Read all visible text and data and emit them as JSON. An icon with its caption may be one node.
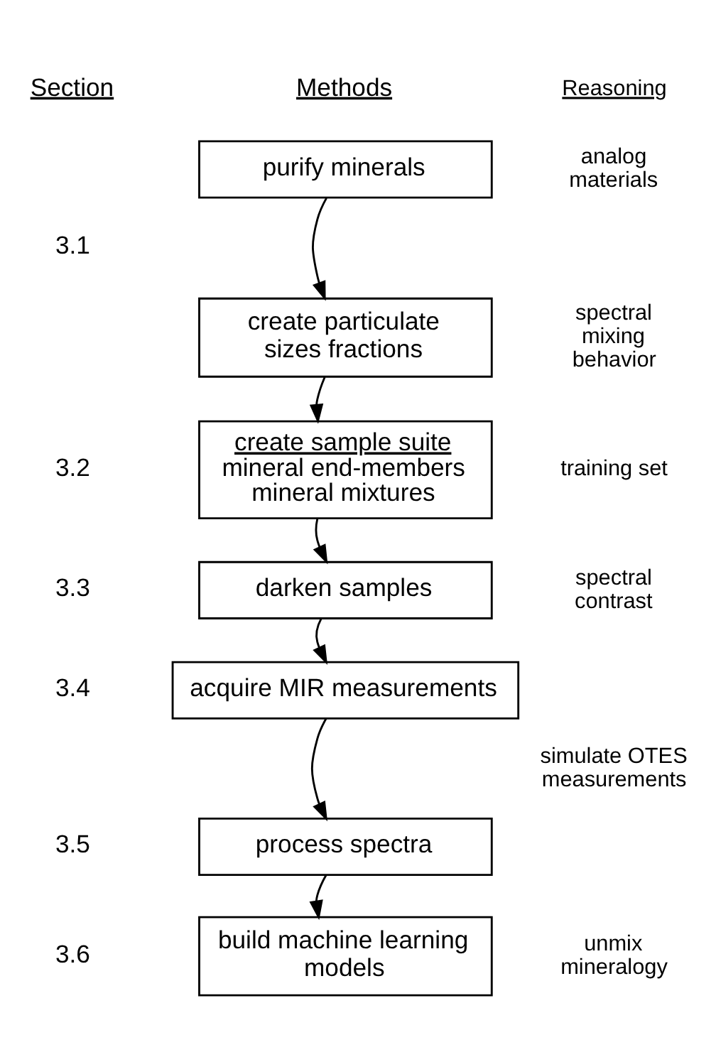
{
  "diagram": {
    "nodes": [
      {
        "text": [
          "purify minerals"
        ]
      },
      {
        "text": [
          "create particulate sizes fractions"
        ]
      },
      {
        "text": [
          "create sample suite",
          "mineral end-members mineral mixtures"
        ]
      },
      {
        "text": [
          "darken samples"
        ]
      },
      {
        "text": [
          "acquire MIR measurements"
        ]
      },
      {
        "text": [
          "process spectra"
        ]
      },
      {
        "text": [
          "build machine learning models"
        ]
      }
    ],
    "edges": [
      {
        "from": 0,
        "to": 1,
        "arrow": "to"
      },
      {
        "from": 1,
        "to": 2,
        "arrow": "to"
      },
      {
        "from": 2,
        "to": 3,
        "arrow": "to"
      },
      {
        "from": 3,
        "to": 4,
        "arrow": "to"
      },
      {
        "from": 4,
        "to": 5,
        "arrow": "to"
      },
      {
        "from": 5,
        "to": 6,
        "arrow": "to"
      }
    ],
    "labels": [
      "Section",
      "Methods",
      "Reasoning",
      "analog materials",
      "3.1",
      "spectral mixing behavior",
      "3.2",
      "training set",
      "3.3",
      "spectral contrast",
      "3.4",
      "simulate OTES measurements",
      "3.5",
      "3.6",
      "unmix mineralogy"
    ]
  }
}
